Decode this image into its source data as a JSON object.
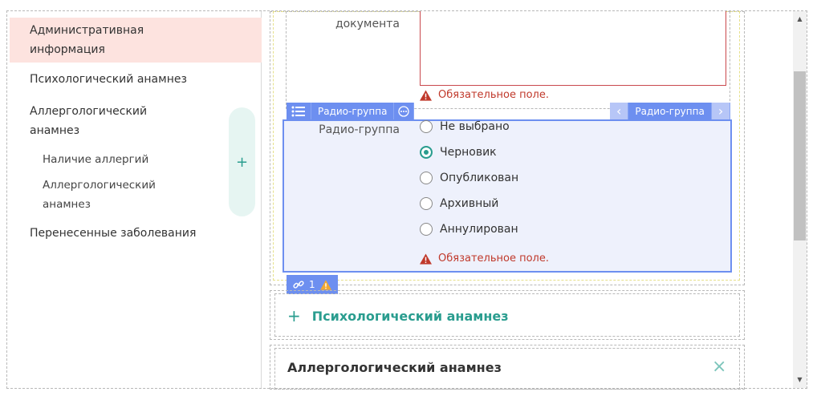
{
  "sidebar": {
    "items": [
      {
        "label": "Административная информация",
        "active": true
      },
      {
        "label": "Психологический анамнез"
      },
      {
        "label": "Аллергологический анамнез"
      },
      {
        "label": "Наличие аллергий",
        "sub": true
      },
      {
        "label": "Аллергологический анамнез",
        "sub": true
      },
      {
        "label": "Перенесенные заболевания"
      }
    ],
    "add_icon": "plus-icon",
    "add_symbol": "+"
  },
  "document_field": {
    "label": "документа",
    "error": "Обязательное поле."
  },
  "toolbar": {
    "left_label": "Радио-группа",
    "right_label": "Радио-группа",
    "prev_symbol": "‹",
    "next_symbol": "›"
  },
  "radio_group": {
    "label": "Радио-группа",
    "options": [
      {
        "label": "Не выбрано",
        "checked": false
      },
      {
        "label": "Черновик",
        "checked": true
      },
      {
        "label": "Опубликован",
        "checked": false
      },
      {
        "label": "Архивный",
        "checked": false
      },
      {
        "label": "Аннулирован",
        "checked": false
      }
    ],
    "error": "Обязательное поле."
  },
  "badge": {
    "count": "1"
  },
  "sections": {
    "psych_add_symbol": "+",
    "psych_title": "Психологический анамнез",
    "allergy_title": "Аллергологический анамнез",
    "close_symbol": "×"
  },
  "colors": {
    "accent": "#6d8ff0",
    "teal": "#2a9d8f",
    "error": "#c0392b",
    "active_bg": "#fde3df"
  }
}
